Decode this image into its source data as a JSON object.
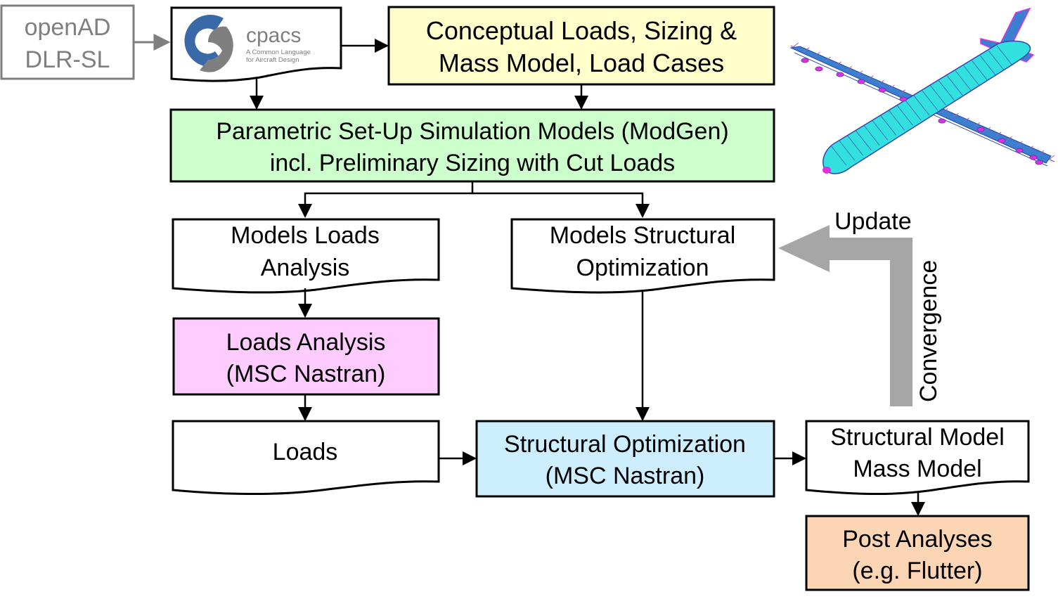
{
  "source": {
    "lines": [
      "openAD",
      "DLR-SL"
    ]
  },
  "cpacs_logo": {
    "name": "cpacs",
    "tagline_lines": [
      "A Common Language",
      "for Aircraft Design"
    ],
    "colors": {
      "blue": "#3a69a8",
      "gray": "#7f7f7f"
    }
  },
  "boxes": {
    "conceptual": {
      "lines": [
        "Conceptual Loads, Sizing &",
        "Mass Model, Load Cases"
      ],
      "fill": "#ffffcc"
    },
    "parametric": {
      "lines": [
        "Parametric Set-Up Simulation Models (ModGen)",
        "incl. Preliminary Sizing with Cut Loads"
      ],
      "fill": "#ccffcc"
    },
    "models_loads": {
      "lines": [
        "Models Loads",
        "Analysis"
      ],
      "fill": "#ffffff"
    },
    "models_struct": {
      "lines": [
        "Models Structural",
        "Optimization"
      ],
      "fill": "#ffffff"
    },
    "loads_analysis": {
      "lines": [
        "Loads Analysis",
        "(MSC Nastran)"
      ],
      "fill": "#ffccff"
    },
    "loads": {
      "lines": [
        "Loads"
      ],
      "fill": "#ffffff"
    },
    "struct_opt": {
      "lines": [
        "Structural Optimization",
        "(MSC Nastran)"
      ],
      "fill": "#cceeff"
    },
    "struct_model": {
      "lines": [
        "Structural Model",
        "Mass Model"
      ],
      "fill": "#ffffff"
    },
    "post": {
      "lines": [
        "Post Analyses",
        "(e.g. Flutter)"
      ],
      "fill": "#fcd5b5"
    }
  },
  "feedback": {
    "update_label": "Update",
    "convergence_label": "Convergence",
    "arrow_color": "#a6a6a6"
  },
  "aircraft_image": {
    "description": "FE model of aircraft",
    "colors": {
      "fuselage": "#33e0e0",
      "mesh": "#3344aa",
      "loads": "#e030e0"
    }
  }
}
